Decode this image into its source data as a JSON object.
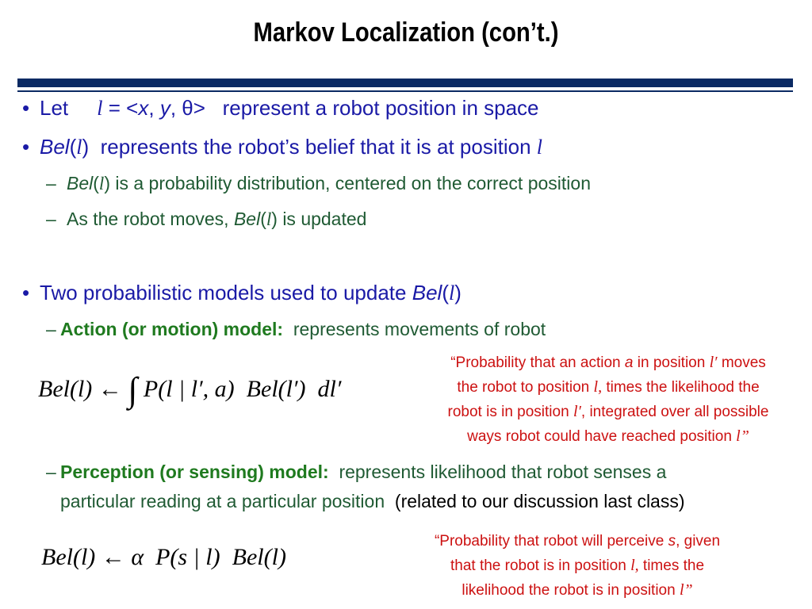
{
  "title": "Markov Localization (con’t.)",
  "bullet1": {
    "prefix": "Let",
    "var": "l",
    "eq": "= <",
    "x": "x",
    "comma1": ",",
    "y": "y",
    "comma2": ",",
    "theta": "θ",
    "close": ">",
    "rest": "represent a robot position in space"
  },
  "bullet2": {
    "bel": "Bel",
    "open": "(",
    "var": "l",
    "close": ")",
    "rest": "represents the robot’s belief that it is at position",
    "var_end": "l"
  },
  "sub1": {
    "bel": "Bel",
    "open": "(",
    "var": "l",
    "close": ")",
    "rest": "is a probability distribution, centered on the correct position"
  },
  "sub2": {
    "prefix": "As the robot moves,",
    "bel": "Bel",
    "open": "(",
    "var": "l",
    "close": ")",
    "rest": "is updated"
  },
  "bullet3": {
    "text": "Two probabilistic models used to update",
    "bel": "Bel",
    "open": "(",
    "var": "l",
    "close": ")"
  },
  "action": {
    "label": "Action (or motion) model:",
    "rest": "represents movements of robot"
  },
  "eq1": {
    "bel1": "Bel",
    "arg1": "(l)",
    "arrow": "←",
    "integral": "∫",
    "p": "P",
    "parg": "(l | l′, a)",
    "bel2": "Bel",
    "arg2": "(l′)",
    "d": "dl′"
  },
  "note1": {
    "line1a": "“Probability that an action",
    "a": "a",
    "line1b": "in position",
    "lp1": "l′",
    "line1c": "moves",
    "line2a": "the robot to position",
    "l": "l,",
    "line2b": "times the likelihood the",
    "line3a": "robot is in position",
    "lp2": "l′",
    "line3b": ", integrated over all possible",
    "line4a": "ways robot could have reached position",
    "lq": "l”"
  },
  "perception": {
    "label": "Perception (or sensing) model:",
    "rest1": "represents likelihood that robot senses a",
    "rest2": "particular reading at a particular position",
    "paren": "(related to our discussion last class)"
  },
  "eq2": {
    "bel1": "Bel",
    "arg1": "(l)",
    "arrow": "←",
    "alpha": "α",
    "p": "P",
    "parg": "(s | l)",
    "bel2": "Bel",
    "arg2": "(l)"
  },
  "note2": {
    "line1a": "“Probability that robot will perceive",
    "s": "s",
    "line1b": ", given",
    "line2a": "that the robot is in position",
    "l": "l,",
    "line2b": "times the",
    "line3a": "likelihood the robot is in position",
    "lq": "l”"
  },
  "colors": {
    "bullet_text": "#1a1aa6",
    "sub_text": "#1f5a33",
    "bar": "#0b2a63",
    "note": "#cc1111",
    "model_label": "#1f7a1f"
  }
}
